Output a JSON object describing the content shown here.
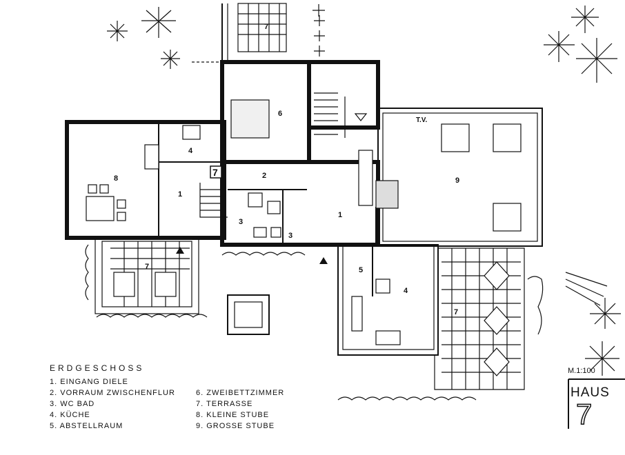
{
  "legend": {
    "title": "ERDGESCHOSS",
    "col1": [
      "1. EINGANG DIELE",
      "2. VORRAUM ZWISCHENFLUR",
      "3. WC BAD",
      "4. KÜCHE",
      "5. ABSTELLRAUM"
    ],
    "col2": [
      "6. ZWEIBETTZIMMER",
      "7. TERRASSE",
      "8. KLEINE STUBE",
      "9. GROSSE STUBE"
    ]
  },
  "scale": "M.1:100",
  "house_label": "HAUS",
  "house_number": "7",
  "rooms": {
    "r1a": "1",
    "r1b": "1",
    "r2": "2",
    "r3a": "3",
    "r3b": "3",
    "r4a": "4",
    "r4b": "4",
    "r5": "5",
    "r6": "6",
    "r7a": "7",
    "r7b": "7",
    "r7c": "7",
    "r7d": "7",
    "r8": "8",
    "r9": "9",
    "tv": "T.V."
  }
}
